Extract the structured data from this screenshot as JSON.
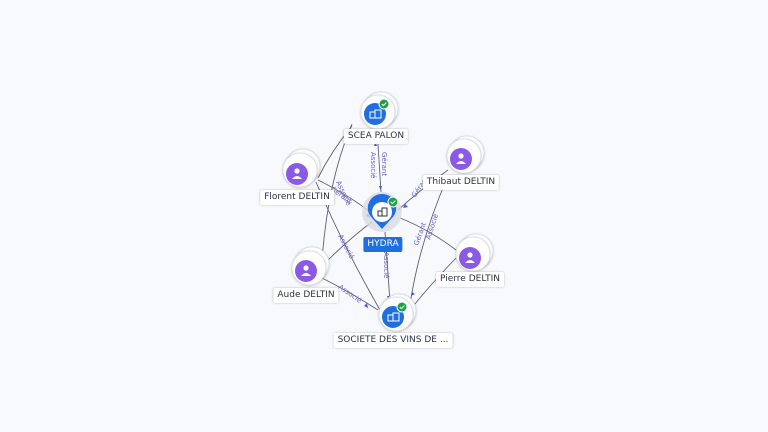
{
  "nodes": {
    "scea_palon": {
      "label": "SCEA PALON"
    },
    "thibaut": {
      "label": "Thibaut DELTIN"
    },
    "florent": {
      "label": "Florent DELTIN"
    },
    "hydra": {
      "label": "HYDRA"
    },
    "pierre": {
      "label": "Pierre DELTIN"
    },
    "aude": {
      "label": "Aude DELTIN"
    },
    "societe": {
      "label": "SOCIETE DES VINS DE ..."
    }
  },
  "edges": {
    "scea_hydra_1": "Gérant",
    "scea_hydra_2": "Associé",
    "florent_scea": "Associé",
    "florent_hydra": "Gérant",
    "thibaut_scea": "Gérant",
    "aude_hydra": "Associé",
    "aude_societe": "Associé",
    "hydra_societe": "Associé",
    "pierre_societe": "Gérant",
    "thibaut_societe": "Associé"
  },
  "colors": {
    "company": "#1f6fe0",
    "person": "#8a5ae6",
    "verified": "#1e9e4a",
    "edge": "#5a5f73",
    "edge_label": "#6a60c9"
  }
}
